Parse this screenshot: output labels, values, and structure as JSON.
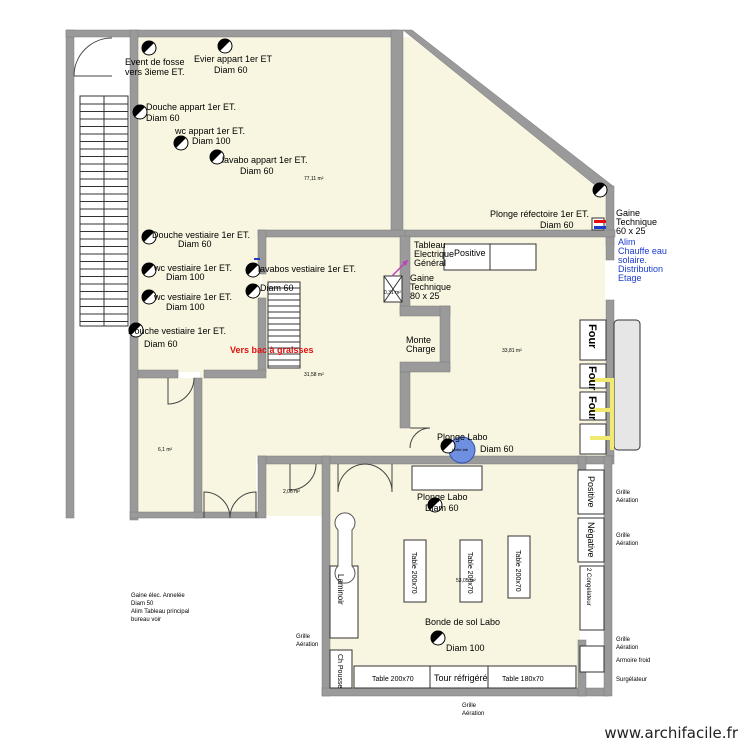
{
  "areas": {
    "big_room": "77,11 m²",
    "refectory": "33,81 m²",
    "corridor": "31,58 m²",
    "small_room": "6,1 m²",
    "wc_room": "2,06 m²",
    "lab": "53,05 m²",
    "shaft": "0,31 m²"
  },
  "labels": {
    "event_fosse_1": "Event de fosse",
    "event_fosse_2": "vers 3ieme ET.",
    "evier_1": "Evier appart 1er ET",
    "evier_2": "Diam 60",
    "douche_appart_1": "Douche appart 1er ET.",
    "douche_appart_2": "Diam 60",
    "wc_appart_1": "wc appart 1er ET.",
    "wc_appart_2": "Diam 100",
    "lavabo_appart_1": "lavabo appart 1er ET.",
    "lavabo_appart_2": "Diam 60",
    "plonge_ref_1": "Plonge réfectoire  1er ET.",
    "plonge_ref_2": "Diam 60",
    "gaine_tech_1_1": "Gaine",
    "gaine_tech_1_2": "Technique",
    "gaine_tech_1_3": "60 x 25",
    "alim_1": "Alim",
    "alim_2": "Chauffe eau",
    "alim_3": "solaire.",
    "alim_4": "Distribution",
    "alim_5": "Etage",
    "douche_vest_1_1": "Douche vestiaire 1er ET.",
    "douche_vest_1_2": "Diam 60",
    "wc_vest_1_1": "wc vestiaire 1er ET.",
    "wc_vest_1_2": "Diam 100",
    "lavabos_vest_1": "lavabos vestiaire 1er ET.",
    "lavabos_vest_2": "Diam 60",
    "wc_vest_2_1": "wc vestiaire 1er ET.",
    "wc_vest_2_2": "Diam 100",
    "douche_vest_2_1": "Douche vestiaire 1er ET.",
    "douche_vest_2_2": "Diam 60",
    "tableau_1": "Tableau",
    "tableau_2": "Electrique",
    "tableau_3": "Général",
    "gaine_tech_2_1": "Gaine",
    "gaine_tech_2_2": "Technique",
    "gaine_tech_2_3": "80 x 25",
    "positive_top": "Positive",
    "vers_bac": "Vers bac à graisses",
    "monte_1": "Monte",
    "monte_2": "Charge",
    "four": "Four",
    "plonge_labo_top_1": "Plonge Labo",
    "plonge_labo_top_2": "Diam 60",
    "hotte": "Hotte lab",
    "positive_lab": "Positive",
    "negative_lab": "Négative",
    "grille_aeration_1": "Grille",
    "grille_aeration_2": "Aération",
    "plonge_labo_1": "Plonge Labo",
    "plonge_labo_2": "Diam 60",
    "table_200x70": "Table 200x70",
    "laminoir": "Laminoir",
    "pousse": "Ch Pousse",
    "tour_refrigere": "Tour réfrigéré",
    "table_180x70": "Table 180x70",
    "bonde_1": "Bonde de sol Labo",
    "bonde_2": "Diam 100",
    "gaine_elec_1": "Gaine élec. Annelée",
    "gaine_elec_2": "Diam 50",
    "gaine_elec_3": "Alim Tableau principal",
    "gaine_elec_4": "bureau voir",
    "armoire_froid": "Armoire froid",
    "surgelateur": "Surgélateur",
    "congelateur": "2 Congelateur",
    "watermark": "www.archifacile.fr"
  },
  "colors": {
    "room_fill": "#f8f6e0",
    "wall": "#9a9a9a",
    "text": "#000000",
    "blue_text": "#1a3ccc",
    "red_text": "#e01010",
    "pipe_yellow": "#f0ea70",
    "hotte_blue": "#6f8fe0"
  }
}
